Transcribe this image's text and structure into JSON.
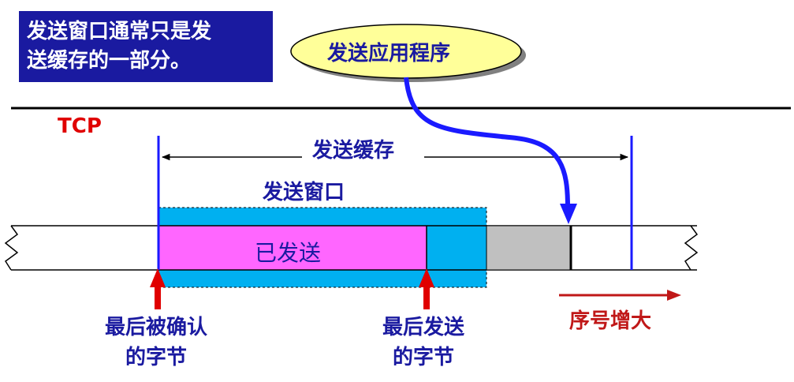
{
  "note": {
    "line1": "发送窗口通常只是发",
    "line2": "送缓存的一部分。"
  },
  "app_label": "发送应用程序",
  "tcp_label": "TCP",
  "send_buffer_label": "发送缓存",
  "send_window_label": "发送窗口",
  "sent_label": "已发送",
  "last_acked": {
    "line1": "最后被确认",
    "line2": "的字节"
  },
  "last_sent": {
    "line1": "最后发送",
    "line2": "的字节"
  },
  "seq_increase_label": "序号增大",
  "colors": {
    "note_bg": "#1a1aa0",
    "window_cyan": "#00b0f0",
    "sent_magenta": "#ff66ff",
    "buffered_gray": "#c0c0c0",
    "arrow_blue": "#1a1aff",
    "marker_red": "#e00000",
    "ellipse_fill": "#ffff99"
  }
}
